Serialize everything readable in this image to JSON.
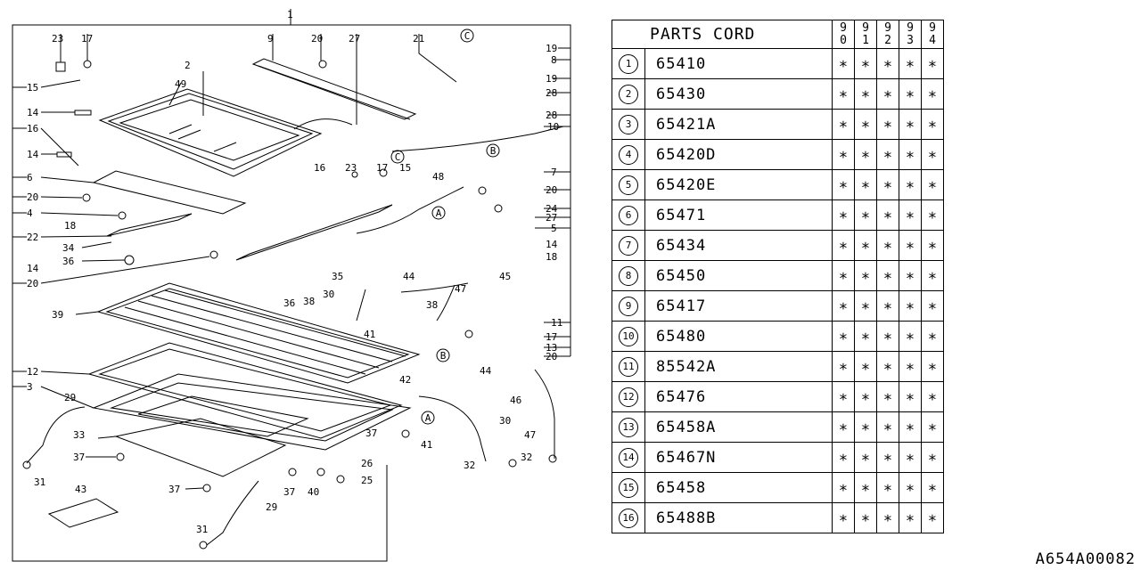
{
  "diagram": {
    "callouts": [
      "1",
      "23",
      "17",
      "9",
      "20",
      "27",
      "21",
      "19",
      "8",
      "19",
      "28",
      "28",
      "10",
      "2",
      "49",
      "15",
      "14",
      "16",
      "14",
      "6",
      "20",
      "4",
      "22",
      "18",
      "34",
      "36",
      "14",
      "20",
      "16",
      "23",
      "17",
      "15",
      "48",
      "7",
      "20",
      "24",
      "27",
      "5",
      "14",
      "18",
      "35",
      "30",
      "44",
      "47",
      "45",
      "39",
      "36",
      "38",
      "38",
      "41",
      "11",
      "17",
      "13",
      "20",
      "12",
      "3",
      "29",
      "33",
      "37",
      "31",
      "42",
      "44",
      "46",
      "30",
      "37",
      "41",
      "47",
      "32",
      "32",
      "26",
      "25",
      "37",
      "40",
      "37",
      "29",
      "43",
      "31"
    ],
    "circled_labels": [
      "A",
      "B",
      "C",
      "A",
      "B",
      "C"
    ]
  },
  "table": {
    "header": "PARTS CORD",
    "years": [
      [
        "9",
        "0"
      ],
      [
        "9",
        "1"
      ],
      [
        "9",
        "2"
      ],
      [
        "9",
        "3"
      ],
      [
        "9",
        "4"
      ]
    ],
    "rows": [
      {
        "num": "1",
        "code": "65410",
        "marks": [
          "∗",
          "∗",
          "∗",
          "∗",
          "∗"
        ]
      },
      {
        "num": "2",
        "code": "65430",
        "marks": [
          "∗",
          "∗",
          "∗",
          "∗",
          "∗"
        ]
      },
      {
        "num": "3",
        "code": "65421A",
        "marks": [
          "∗",
          "∗",
          "∗",
          "∗",
          "∗"
        ]
      },
      {
        "num": "4",
        "code": "65420D",
        "marks": [
          "∗",
          "∗",
          "∗",
          "∗",
          "∗"
        ]
      },
      {
        "num": "5",
        "code": "65420E",
        "marks": [
          "∗",
          "∗",
          "∗",
          "∗",
          "∗"
        ]
      },
      {
        "num": "6",
        "code": "65471",
        "marks": [
          "∗",
          "∗",
          "∗",
          "∗",
          "∗"
        ]
      },
      {
        "num": "7",
        "code": "65434",
        "marks": [
          "∗",
          "∗",
          "∗",
          "∗",
          "∗"
        ]
      },
      {
        "num": "8",
        "code": "65450",
        "marks": [
          "∗",
          "∗",
          "∗",
          "∗",
          "∗"
        ]
      },
      {
        "num": "9",
        "code": "65417",
        "marks": [
          "∗",
          "∗",
          "∗",
          "∗",
          "∗"
        ]
      },
      {
        "num": "10",
        "code": "65480",
        "marks": [
          "∗",
          "∗",
          "∗",
          "∗",
          "∗"
        ]
      },
      {
        "num": "11",
        "code": "85542A",
        "marks": [
          "∗",
          "∗",
          "∗",
          "∗",
          "∗"
        ]
      },
      {
        "num": "12",
        "code": "65476",
        "marks": [
          "∗",
          "∗",
          "∗",
          "∗",
          "∗"
        ]
      },
      {
        "num": "13",
        "code": "65458A",
        "marks": [
          "∗",
          "∗",
          "∗",
          "∗",
          "∗"
        ]
      },
      {
        "num": "14",
        "code": "65467N",
        "marks": [
          "∗",
          "∗",
          "∗",
          "∗",
          "∗"
        ]
      },
      {
        "num": "15",
        "code": "65458",
        "marks": [
          "∗",
          "∗",
          "∗",
          "∗",
          "∗"
        ]
      },
      {
        "num": "16",
        "code": "65488B",
        "marks": [
          "∗",
          "∗",
          "∗",
          "∗",
          "∗"
        ]
      }
    ]
  },
  "footer_code": "A654A00082"
}
